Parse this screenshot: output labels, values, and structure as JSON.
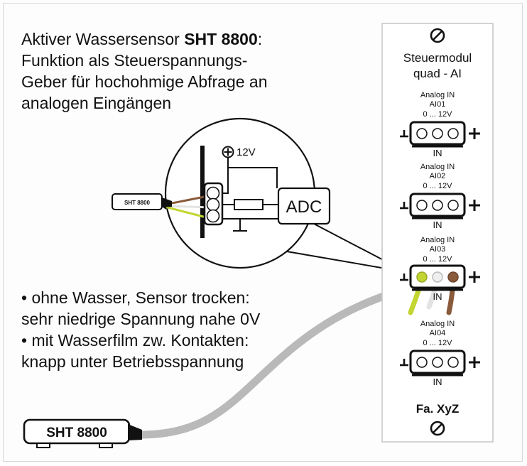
{
  "figure": {
    "headline": {
      "line1_prefix": "Aktiver Wassersensor ",
      "line1_bold": "SHT 8800",
      "line1_suffix": ":",
      "line2": "Funktion als Steuerspannungs-",
      "line3": "Geber für hochohmige Abfrage an",
      "line4": "analogen Eingängen"
    },
    "bullets": {
      "b1_line1": "• ohne Wasser, Sensor trocken:",
      "b1_line2": "sehr niedrige Spannung nahe 0V",
      "b2_line1": "• mit Wasserfilm zw. Kontakten:",
      "b2_line2": "knapp unter Betriebsspannung"
    }
  },
  "module": {
    "screw_top": "screw-icon",
    "title_line1": "Steuermodul",
    "title_line2": "quad - AI",
    "vendor": "Fa. XyZ",
    "screw_bottom": "screw-icon",
    "terminal_minus_symbol": "⊥",
    "terminal_plus_symbol": "+",
    "terminal_bottom_label": "IN",
    "channels": [
      {
        "kind": "Analog IN",
        "id": "AI01",
        "range": "0 ... 12V",
        "wired": false
      },
      {
        "kind": "Analog IN",
        "id": "AI02",
        "range": "0 ... 12V",
        "wired": false
      },
      {
        "kind": "Analog IN",
        "id": "AI03",
        "range": "0 ... 12V",
        "wired": true
      },
      {
        "kind": "Analog IN",
        "id": "AI04",
        "range": "0 ... 12V",
        "wired": false
      }
    ]
  },
  "detail": {
    "supply_label": "12V",
    "supply_symbol": "⊕",
    "adc_label": "ADC",
    "sensor_label": "SHT 8800"
  },
  "device": {
    "label": "SHT 8800"
  },
  "colors": {
    "wire_green_yellow": "#c3d530",
    "wire_brown": "#8a5a3c",
    "wire_white": "#e3e3e3",
    "cable_grey": "#b9b9b9",
    "outline": "#111111",
    "panel_fill": "#ffffff",
    "frame_border": "#d7d7d7"
  }
}
